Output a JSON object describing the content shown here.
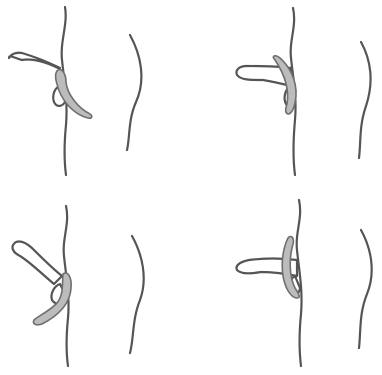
{
  "colors": {
    "background": "#ffffff",
    "outline": "#555555",
    "figure_fill": "#ffffff",
    "ring_fill": "#bcbcbc",
    "ring_stroke": "#6f6f6f"
  },
  "panels": [
    {
      "id": "p1",
      "name": "panel-top-left"
    },
    {
      "id": "p2",
      "name": "panel-top-right"
    },
    {
      "id": "p3",
      "name": "panel-bottom-left"
    },
    {
      "id": "p4",
      "name": "panel-bottom-right"
    }
  ]
}
